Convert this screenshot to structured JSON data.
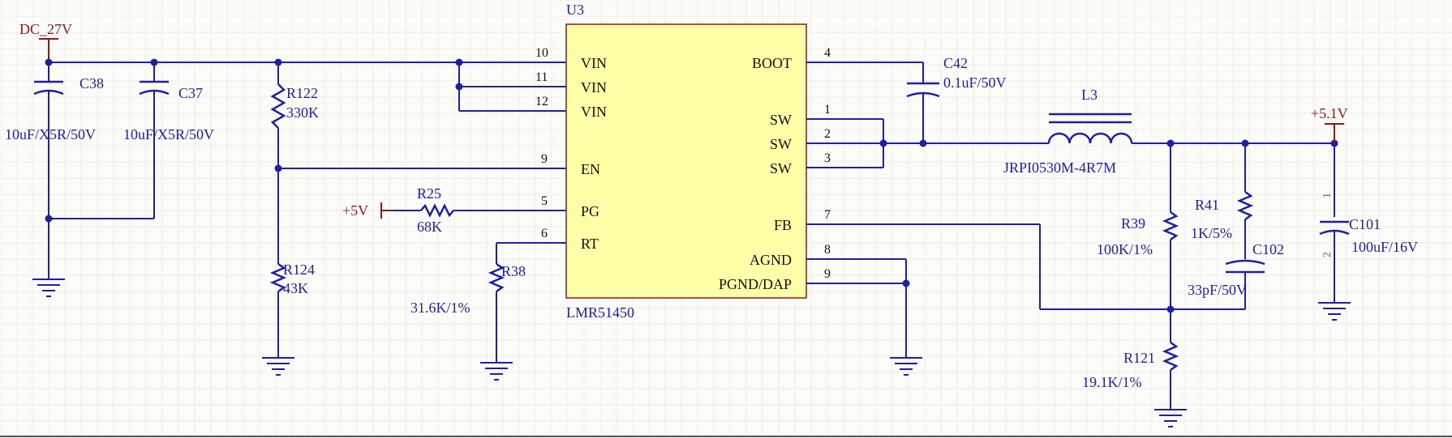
{
  "power": {
    "dc27": "DC_27V",
    "p5v1": "+5.1V",
    "p5v": "+5V"
  },
  "ic": {
    "designator": "U3",
    "part": "LMR51450",
    "left_pins": [
      {
        "num": "10",
        "name": "VIN"
      },
      {
        "num": "11",
        "name": "VIN"
      },
      {
        "num": "12",
        "name": "VIN"
      },
      {
        "num": "9",
        "name": "EN"
      },
      {
        "num": "5",
        "name": "PG"
      },
      {
        "num": "6",
        "name": "RT"
      }
    ],
    "right_pins": [
      {
        "num": "4",
        "name": "BOOT"
      },
      {
        "num": "1",
        "name": "SW"
      },
      {
        "num": "2",
        "name": "SW"
      },
      {
        "num": "3",
        "name": "SW"
      },
      {
        "num": "7",
        "name": "FB"
      },
      {
        "num": "8",
        "name": "AGND"
      },
      {
        "num": "9",
        "name": "PGND/DAP"
      }
    ]
  },
  "components": {
    "c38": {
      "ref": "C38",
      "value": "10uF/X5R/50V"
    },
    "c37": {
      "ref": "C37",
      "value": "10uF/X5R/50V"
    },
    "r122": {
      "ref": "R122",
      "value": "330K"
    },
    "r124": {
      "ref": "R124",
      "value": "43K"
    },
    "r25": {
      "ref": "R25",
      "value": "68K"
    },
    "r38": {
      "ref": "R38",
      "value": "31.6K/1%"
    },
    "c42": {
      "ref": "C42",
      "value": "0.1uF/50V"
    },
    "l3": {
      "ref": "L3",
      "value": "JRPI0530M-4R7M"
    },
    "r39": {
      "ref": "R39",
      "value": "100K/1%"
    },
    "r41": {
      "ref": "R41",
      "value": "1K/5%"
    },
    "c102": {
      "ref": "C102",
      "value": "33pF/50V"
    },
    "r121": {
      "ref": "R121",
      "value": "19.1K/1%"
    },
    "c101": {
      "ref": "C101",
      "value": "100uF/16V",
      "pin1": "1",
      "pin2": "2"
    }
  }
}
